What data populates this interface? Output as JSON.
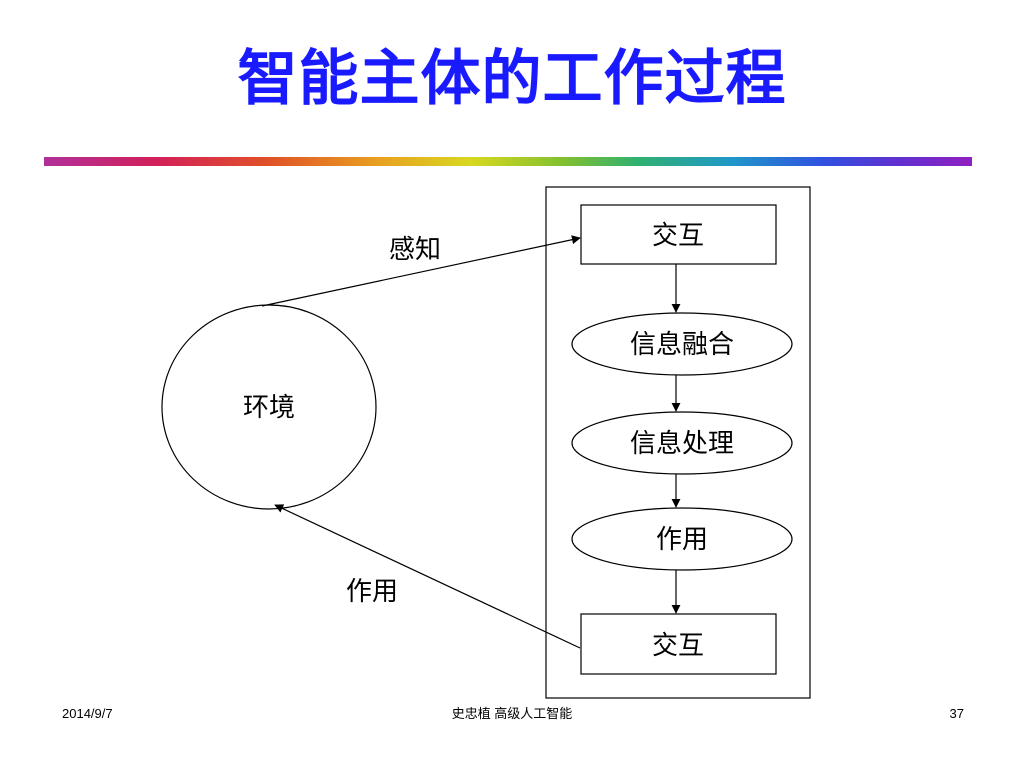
{
  "slide": {
    "title": "智能主体的工作过程",
    "title_color": "#1a1aff"
  },
  "diagram": {
    "environment": "环境",
    "perception_label": "感知",
    "action_label": "作用",
    "steps": {
      "interaction_top": "交互",
      "info_fusion": "信息融合",
      "info_processing": "信息处理",
      "action": "作用",
      "interaction_bottom": "交互"
    }
  },
  "footer": {
    "date": "2014/9/7",
    "author_course": "史忠植  高级人工智能",
    "page_number": "37"
  }
}
